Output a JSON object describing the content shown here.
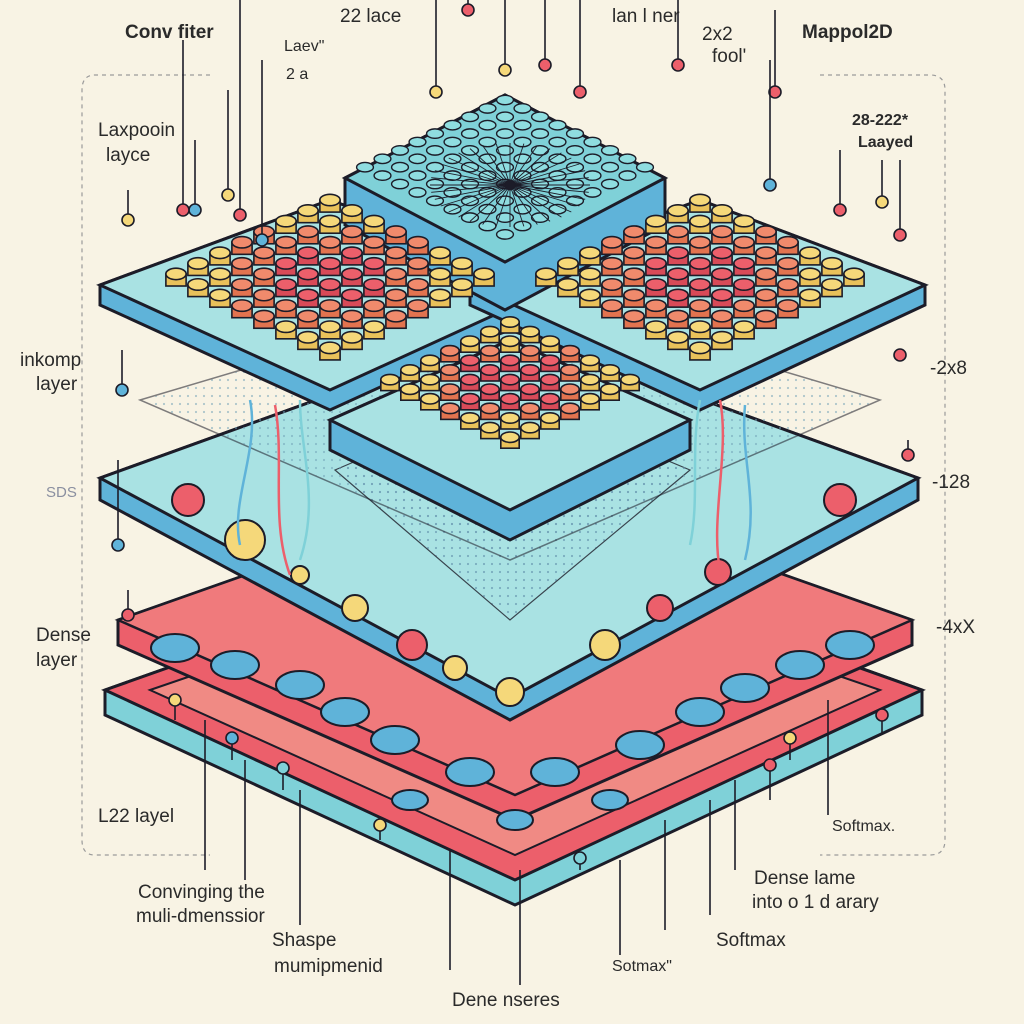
{
  "colors": {
    "background": "#f8f3e4",
    "teal": "#7fd1d8",
    "blue": "#5fb3d9",
    "coral": "#ec5f6b",
    "yellow": "#f5d87a",
    "outline": "#1c1c28"
  },
  "labels": {
    "conv_filter": "Conv fiter",
    "lace": "22 lace",
    "lan_ner": "lan l ner",
    "pool_a": "2x2",
    "pool_b": "fool'",
    "mappol": "Mappol2D",
    "laev_a": "Laev\"",
    "laev_b": "2 a",
    "laxpooin_a": "Laxpooin",
    "laxpooin_b": "layce",
    "layed_a": "28-222*",
    "layed_b": "Laayed",
    "inkomp_a": "inkomp",
    "inkomp_b": "layer",
    "dim_2x8": "-2x8",
    "sds": "SDS",
    "dim_128": "-128",
    "dense_a": "Dense",
    "dense_b": "layer",
    "dim_4xx": "-4xX",
    "l22": "L22 layel",
    "softmax_right": "Softmax.",
    "convinging_a": "Convinging the",
    "convinging_b": "muli-dmenssior",
    "dense_lame_a": "Dense lame",
    "dense_lame_b": "into o 1 d  arary",
    "softmax_mid": "Softmax",
    "shaspe_a": "Shaspe",
    "shaspe_b": "mumipmenid",
    "softmax_low": "Sotmax\"",
    "dene_nseres": "Dene nseres"
  }
}
